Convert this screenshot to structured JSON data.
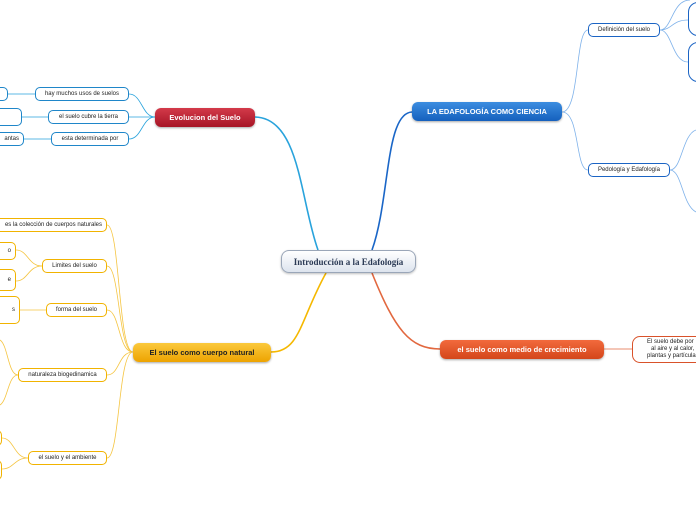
{
  "root": "Introducción a la Edafología",
  "branches": {
    "evolucion": {
      "label": "Evolucion del Suelo",
      "children": [
        "hay muchos usos de suelos",
        "el suelo cubre la tierra",
        "esta determinada por"
      ],
      "leaf_partial": "antas"
    },
    "edafologia": {
      "label": "LA EDAFOLOGÍA COMO CIENCIA",
      "children": [
        "Definición del suelo",
        "Pedología y Edafología"
      ]
    },
    "cuerpo": {
      "label": "El suelo como cuerpo natural",
      "children": [
        "es la colección de cuerpos naturales",
        "Limites del suelo",
        "forma del suelo",
        "naturaleza biogedinamica",
        "el suelo y el ambiente"
      ],
      "leaf_partials": [
        "o",
        "e",
        "s"
      ]
    },
    "crecimiento": {
      "label": "el suelo como medio de crecimiento",
      "child_lines": [
        "El suelo debe por",
        "al aire y al calor,",
        "plantas y partícula"
      ]
    }
  },
  "colors": {
    "evolucion": "#b81d30",
    "edafologia": "#1a66c7",
    "cuerpo": "#f2ae00",
    "crecimiento": "#dc4f22",
    "link_evolucion": "#29a3dc",
    "link_cuerpo": "#f5c542",
    "link_edafologia": "#7fb2ea",
    "link_crecimiento": "#e2683f"
  }
}
